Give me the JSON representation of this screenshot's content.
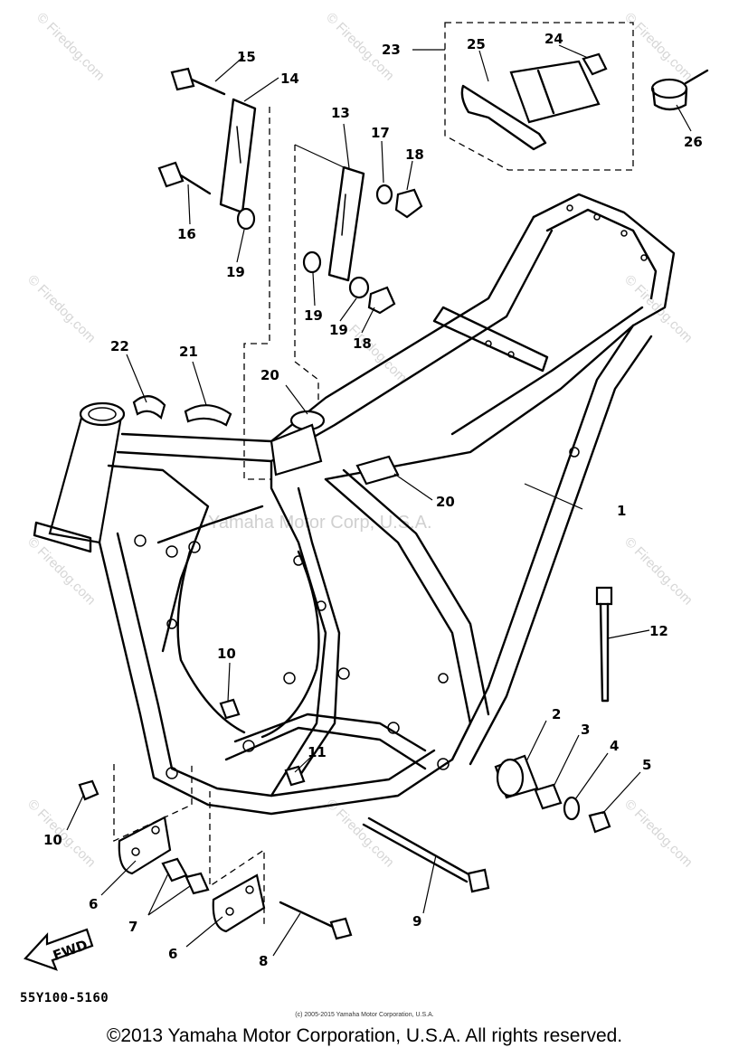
{
  "watermarks": {
    "site": "© Firedog.com",
    "site_plain": "Firedog.com",
    "company": "Yamaha Motor Corp, U.S.A."
  },
  "callouts": [
    "1",
    "2",
    "3",
    "4",
    "5",
    "6",
    "6",
    "7",
    "8",
    "9",
    "10",
    "10",
    "11",
    "12",
    "13",
    "14",
    "15",
    "16",
    "17",
    "18",
    "18",
    "19",
    "19",
    "19",
    "20",
    "20",
    "21",
    "22",
    "23",
    "24",
    "25",
    "26"
  ],
  "fwd_label": "FWD",
  "diagram_code": "55Y100-5160",
  "small_copyright": "(c) 2005-2015 Yamaha Motor Corporation, U.S.A.",
  "footer": "©2013 Yamaha Motor Corporation, U.S.A. All rights reserved."
}
